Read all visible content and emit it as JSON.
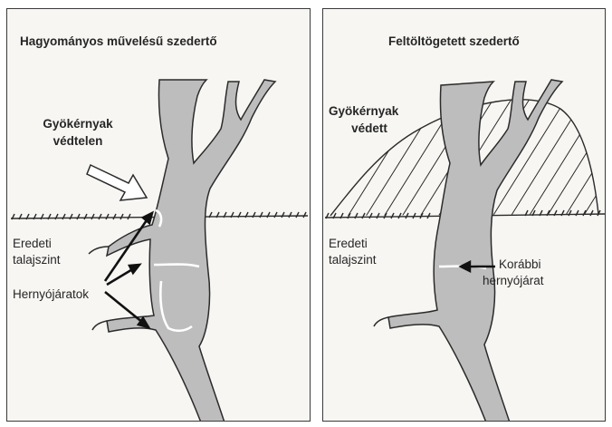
{
  "left_panel": {
    "title": "Hagyományos művelésű szedertő",
    "root_neck_line1": "Gyökérnyak",
    "root_neck_line2": "védtelen",
    "original_soil_line1": "Eredeti",
    "original_soil_line2": "talajszint",
    "caterpillar_tunnels": "Hernyójáratok"
  },
  "right_panel": {
    "title": "Feltöltögetett szedertő",
    "root_neck_line1": "Gyökérnyak",
    "root_neck_line2": "védett",
    "original_soil_line1": "Eredeti",
    "original_soil_line2": "talajszint",
    "former_tunnel_line1": "Korábbi",
    "former_tunnel_line2": "hernyójárat"
  },
  "colors": {
    "trunk_fill": "#bdbdbd",
    "ink": "#2b2b2b",
    "background": "#f7f6f3"
  }
}
